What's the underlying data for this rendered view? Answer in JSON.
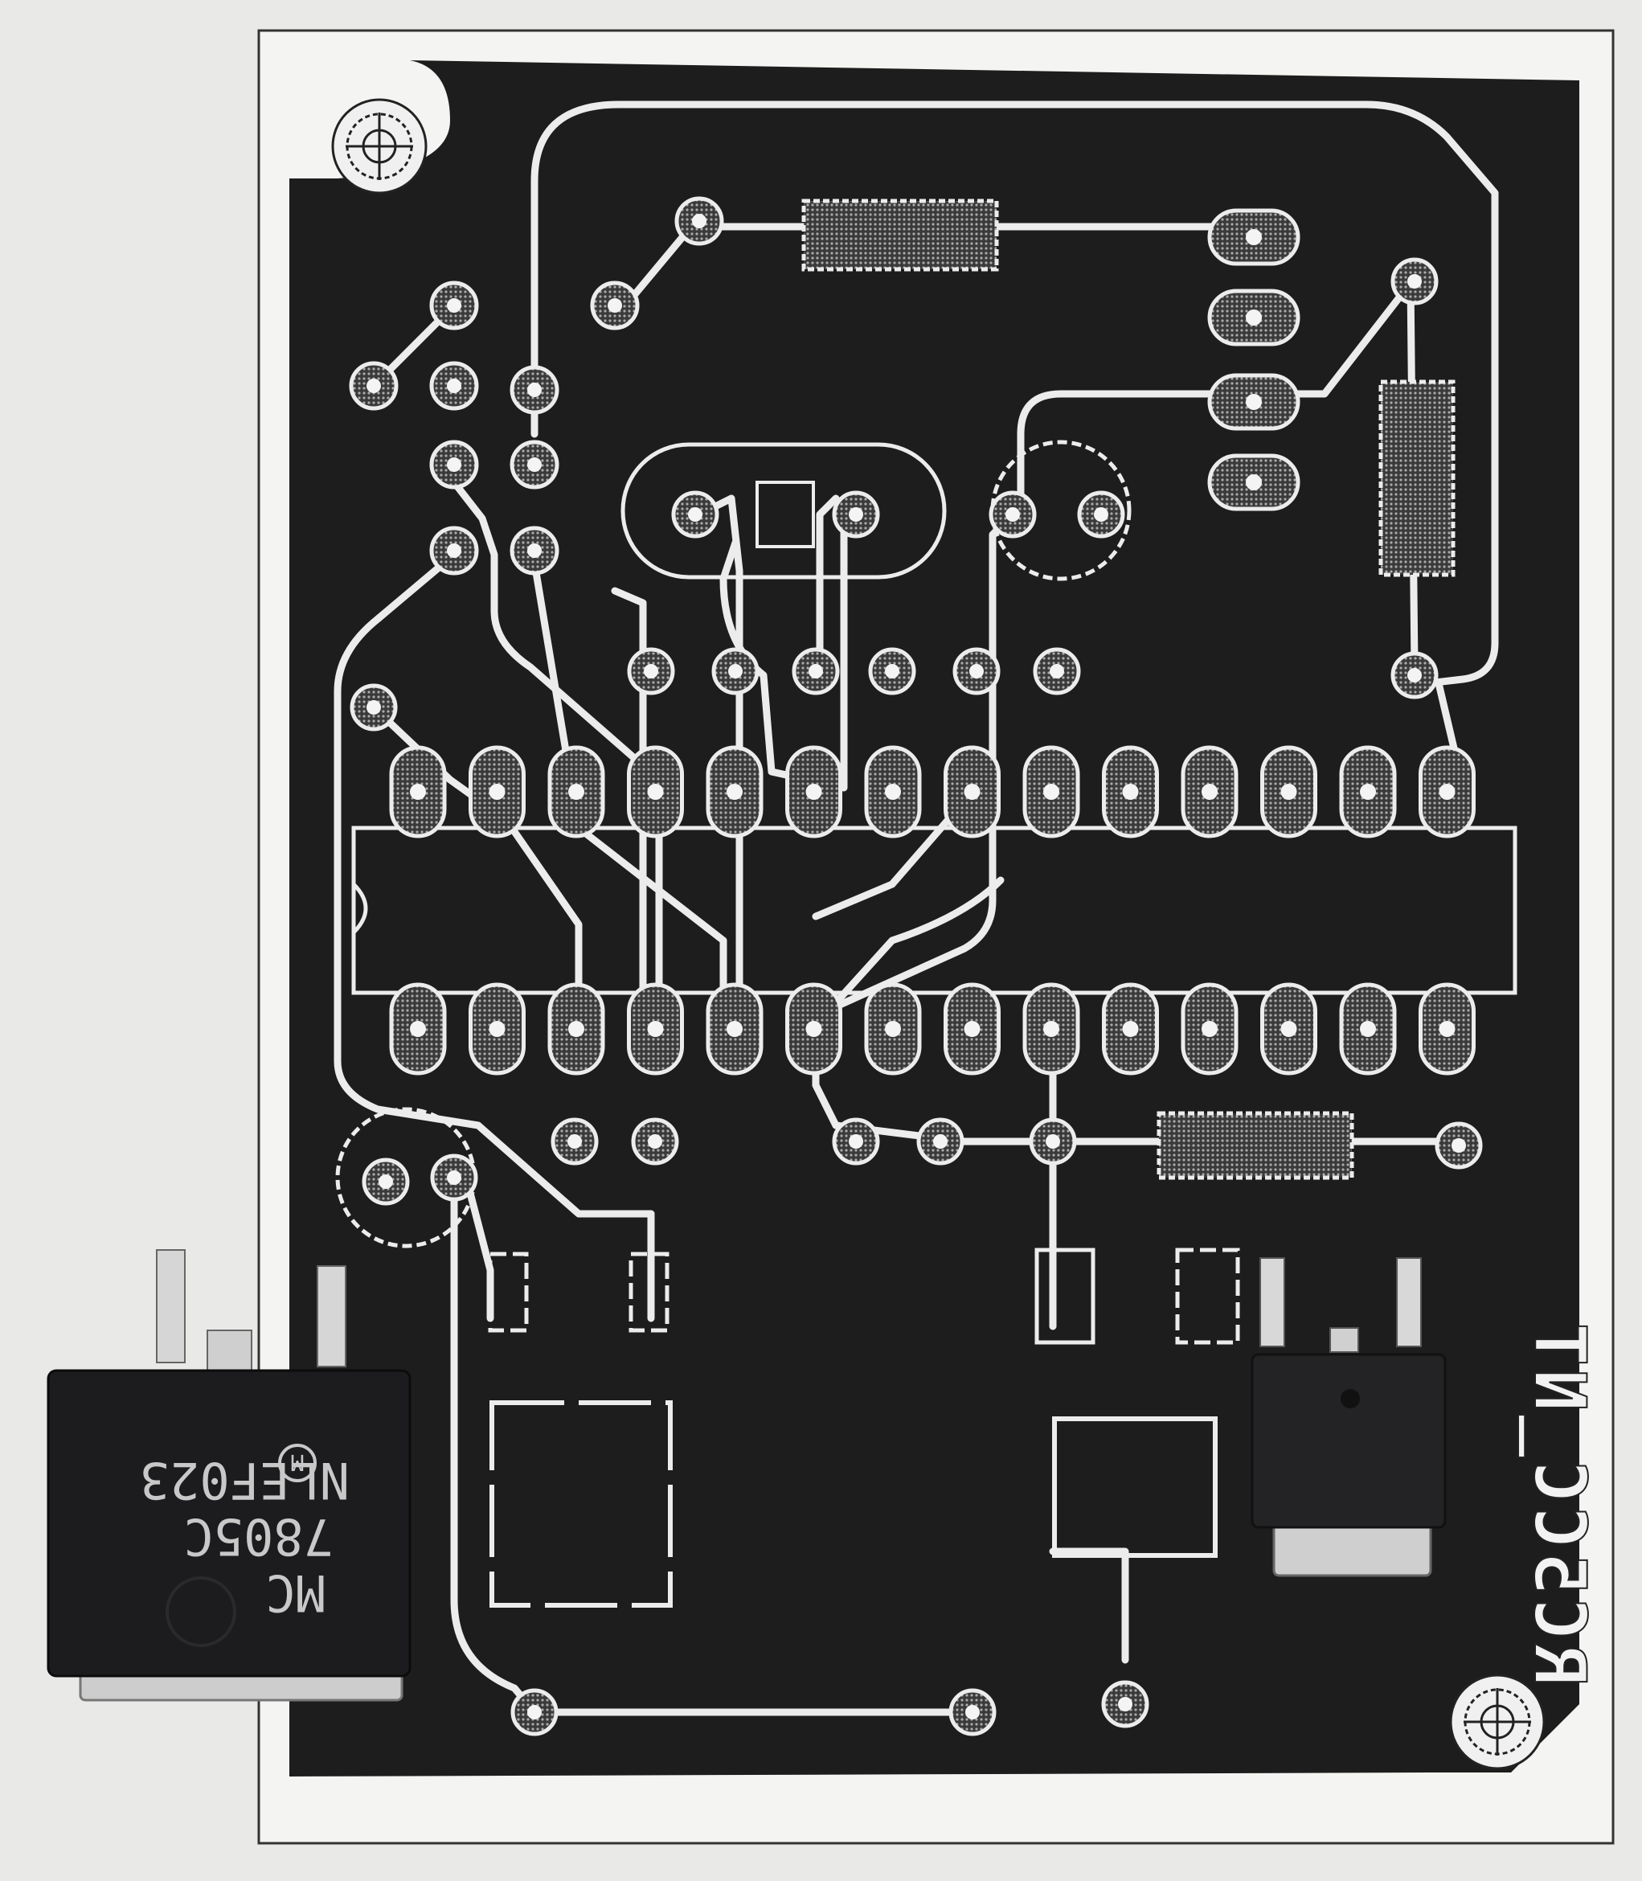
{
  "board": {
    "silkscreen_text": "RC5CC_NT",
    "colors": {
      "paper": "#e9e9e7",
      "board": "#1d1d1d",
      "copper": "#ececec",
      "ic_body": "#1c1c1e",
      "ic_text": "#c8c8c8",
      "tin": "#cfcfcf"
    }
  },
  "regulator_chip": {
    "brand_mark": "M",
    "line1": "MC",
    "line2": "7805C",
    "line3": "NLEF023"
  },
  "icons": [
    "mounting-hole-icon",
    "mounting-hole-icon",
    "motorola-logo-icon"
  ]
}
